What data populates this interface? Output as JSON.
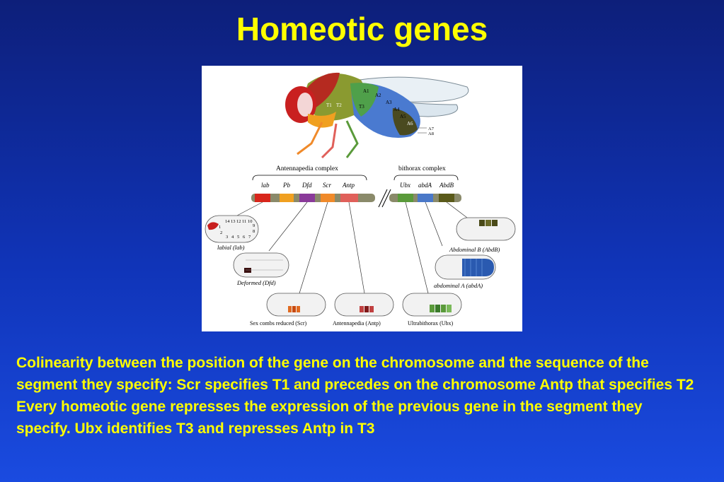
{
  "slide": {
    "title": "Homeotic genes",
    "text_line_1": "Colinearity between the position of the gene on the chromosome and the sequence of the segment they specify: Scr specifies T1 and precedes on the chromosome Antp that specifies T2",
    "text_line_2": "Every homeotic gene represses the expression of the previous gene in the segment they specify. Ubx identifies T3 and represses Antp in T3"
  },
  "colors": {
    "background": "#1034b8",
    "title_text": "#ffff00",
    "lab": "#d8261b",
    "pb": "#f0a020",
    "dfd": "#8a3a9a",
    "scr": "#f08a2a",
    "antp": "#e0605a",
    "ubx": "#5a9a3a",
    "abda": "#4a78c8",
    "abdb": "#5a5a1a"
  },
  "figure": {
    "complex_left": "Antennapedia complex",
    "complex_right": "bithorax complex",
    "genes": [
      "lab",
      "Pb",
      "Dfd",
      "Scr",
      "Antp",
      "Ubx",
      "abdA",
      "AbdB"
    ],
    "fly_segments": [
      "T1",
      "T2",
      "T3",
      "A1",
      "A2",
      "A3",
      "A4",
      "A5",
      "A6",
      "A7",
      "A8"
    ],
    "embryo_numbers": [
      "14",
      "13",
      "12",
      "11",
      "10",
      "9",
      "8",
      "7",
      "6",
      "5",
      "4",
      "3",
      "2",
      "1"
    ],
    "embryo_labels": {
      "labial": "labial (lab)",
      "deformed": "Deformed (Dfd)",
      "sex_combs": "Sex combs reduced (Scr)",
      "antennapedia": "Antennapedia (Antp)",
      "ultrabithorax": "Ultrabithorax (Ubx)",
      "abdominal_a": "abdominal A (abdA)",
      "abdominal_b": "Abdominal B (AbdB)"
    }
  }
}
